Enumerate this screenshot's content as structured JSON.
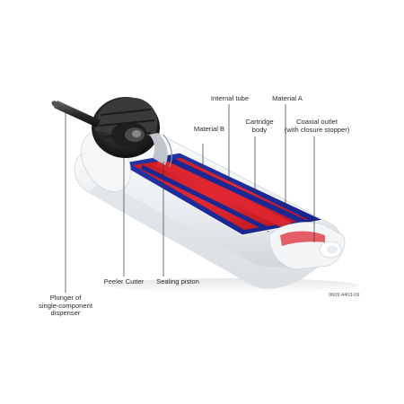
{
  "labels": {
    "plunger": [
      "Plunger of",
      "single-component",
      "dispenser"
    ],
    "peeler_cutter": [
      "Peeler Cutter"
    ],
    "sealing_piston": [
      "Sealing piston"
    ],
    "material_b": [
      "Material B"
    ],
    "internal_tube": [
      "Internal tube"
    ],
    "cartridge_body": [
      "Cartridge",
      "body"
    ],
    "material_a": [
      "Material A"
    ],
    "coaxial_outlet": [
      "Coaxial outlet",
      "(with closure stopper)"
    ]
  },
  "figure_code": "0609.4403-09",
  "colors": {
    "material_a": "#d8202a",
    "material_b": "#1f2e9e",
    "cartridge_body": "#eef1f4",
    "cutter_head": "#2a2a2a",
    "leader_line": "#333333"
  }
}
